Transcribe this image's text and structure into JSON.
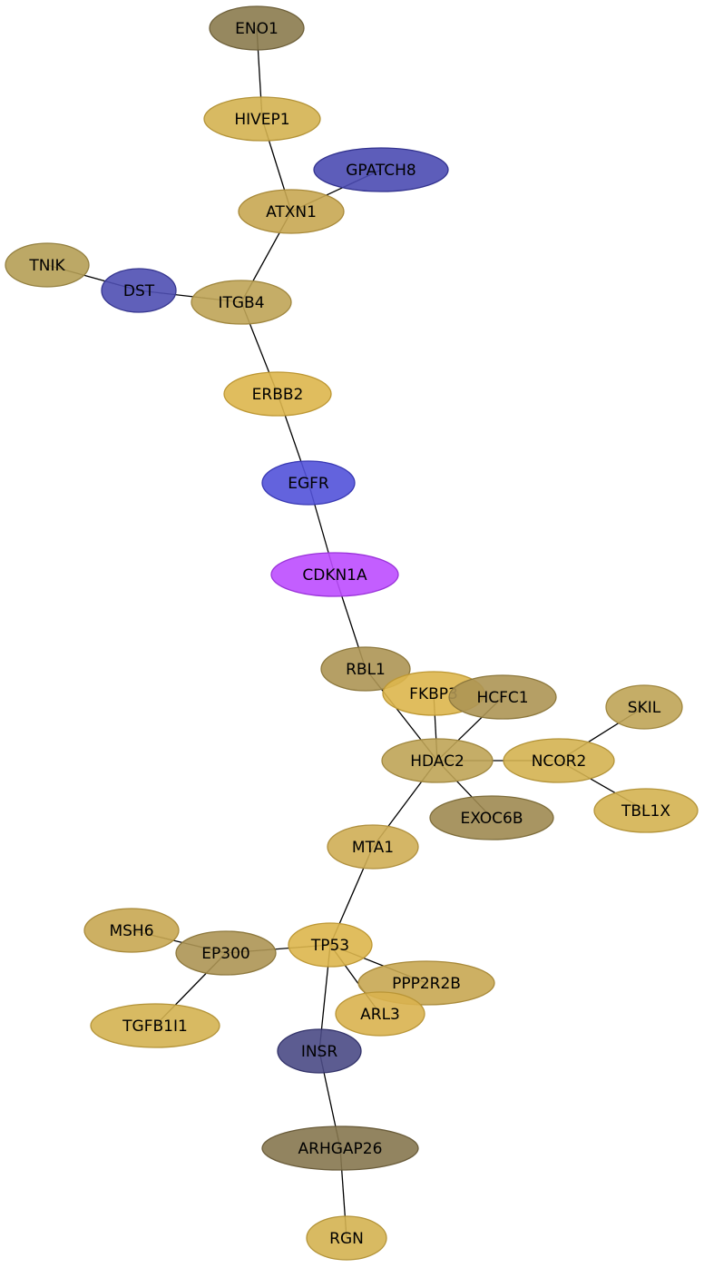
{
  "graph": {
    "nodes": [
      {
        "id": "ENO1",
        "label": "ENO1",
        "fill": "#8B7B4E",
        "stroke": "#6E603A"
      },
      {
        "id": "HIVEP1",
        "label": "HIVEP1",
        "fill": "#D4B251",
        "stroke": "#B39338"
      },
      {
        "id": "GPATCH8",
        "label": "GPATCH8",
        "fill": "#4B4BB3",
        "stroke": "#33338F"
      },
      {
        "id": "ATXN1",
        "label": "ATXN1",
        "fill": "#C8A752",
        "stroke": "#A88939"
      },
      {
        "id": "TNIK",
        "label": "TNIK",
        "fill": "#B59E55",
        "stroke": "#948040"
      },
      {
        "id": "DST",
        "label": "DST",
        "fill": "#4F4FB3",
        "stroke": "#36368F"
      },
      {
        "id": "ITGB4",
        "label": "ITGB4",
        "fill": "#BFA457",
        "stroke": "#A0873F"
      },
      {
        "id": "ERBB2",
        "label": "ERBB2",
        "fill": "#DDB64D",
        "stroke": "#BD9733"
      },
      {
        "id": "EGFR",
        "label": "EGFR",
        "fill": "#5252D9",
        "stroke": "#3838B3"
      },
      {
        "id": "CDKN1A",
        "label": "CDKN1A",
        "fill": "#BD4DFF",
        "stroke": "#9A33D9"
      },
      {
        "id": "RBL1",
        "label": "RBL1",
        "fill": "#AD9554",
        "stroke": "#8D783D"
      },
      {
        "id": "FKBP3",
        "label": "FKBP3",
        "fill": "#DDB64D",
        "stroke": "#BD9733"
      },
      {
        "id": "HCFC1",
        "label": "HCFC1",
        "fill": "#AD9554",
        "stroke": "#8D783D"
      },
      {
        "id": "SKIL",
        "label": "SKIL",
        "fill": "#BFA457",
        "stroke": "#A0873F"
      },
      {
        "id": "HDAC2",
        "label": "HDAC2",
        "fill": "#BFA457",
        "stroke": "#A0873F"
      },
      {
        "id": "NCOR2",
        "label": "NCOR2",
        "fill": "#D4B251",
        "stroke": "#B39338"
      },
      {
        "id": "TBL1X",
        "label": "TBL1X",
        "fill": "#D4B251",
        "stroke": "#B39338"
      },
      {
        "id": "EXOC6B",
        "label": "EXOC6B",
        "fill": "#9E8A51",
        "stroke": "#7E6D3B"
      },
      {
        "id": "MTA1",
        "label": "MTA1",
        "fill": "#CFAE55",
        "stroke": "#AF8F3D"
      },
      {
        "id": "MSH6",
        "label": "MSH6",
        "fill": "#C8A752",
        "stroke": "#A88939"
      },
      {
        "id": "EP300",
        "label": "EP300",
        "fill": "#AD9554",
        "stroke": "#8D783D"
      },
      {
        "id": "TP53",
        "label": "TP53",
        "fill": "#DDB64D",
        "stroke": "#BD9733"
      },
      {
        "id": "PPP2R2B",
        "label": "PPP2R2B",
        "fill": "#C8A752",
        "stroke": "#A88939"
      },
      {
        "id": "ARL3",
        "label": "ARL3",
        "fill": "#D9B34F",
        "stroke": "#B99536"
      },
      {
        "id": "TGFB1I1",
        "label": "TGFB1I1",
        "fill": "#D4B251",
        "stroke": "#B39338"
      },
      {
        "id": "INSR",
        "label": "INSR",
        "fill": "#4A4A85",
        "stroke": "#33336A"
      },
      {
        "id": "ARHGAP26",
        "label": "ARHGAP26",
        "fill": "#86774F",
        "stroke": "#6A5C3A"
      },
      {
        "id": "RGN",
        "label": "RGN",
        "fill": "#D4B251",
        "stroke": "#B39338"
      }
    ],
    "edges": [
      [
        "ENO1",
        "HIVEP1"
      ],
      [
        "HIVEP1",
        "ATXN1"
      ],
      [
        "GPATCH8",
        "ATXN1"
      ],
      [
        "ATXN1",
        "ITGB4"
      ],
      [
        "TNIK",
        "DST"
      ],
      [
        "DST",
        "ITGB4"
      ],
      [
        "ITGB4",
        "ERBB2"
      ],
      [
        "ERBB2",
        "EGFR"
      ],
      [
        "EGFR",
        "CDKN1A"
      ],
      [
        "CDKN1A",
        "RBL1"
      ],
      [
        "RBL1",
        "HDAC2"
      ],
      [
        "FKBP3",
        "HDAC2"
      ],
      [
        "HCFC1",
        "HDAC2"
      ],
      [
        "HDAC2",
        "NCOR2"
      ],
      [
        "SKIL",
        "NCOR2"
      ],
      [
        "NCOR2",
        "TBL1X"
      ],
      [
        "HDAC2",
        "EXOC6B"
      ],
      [
        "HDAC2",
        "MTA1"
      ],
      [
        "MTA1",
        "TP53"
      ],
      [
        "MSH6",
        "EP300"
      ],
      [
        "EP300",
        "TP53"
      ],
      [
        "EP300",
        "TGFB1I1"
      ],
      [
        "TP53",
        "PPP2R2B"
      ],
      [
        "TP53",
        "ARL3"
      ],
      [
        "TP53",
        "INSR"
      ],
      [
        "INSR",
        "ARHGAP26"
      ],
      [
        "ARHGAP26",
        "RGN"
      ]
    ]
  }
}
